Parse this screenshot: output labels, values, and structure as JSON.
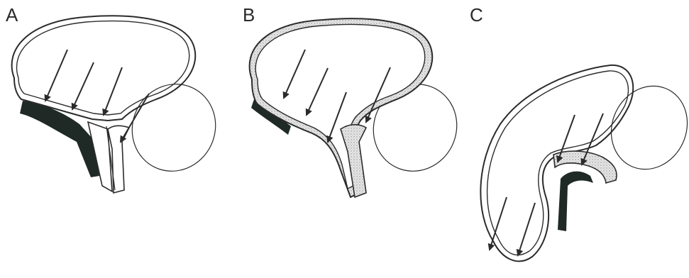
{
  "panels": [
    {
      "letter": "A"
    },
    {
      "letter": "B"
    },
    {
      "letter": "C"
    }
  ],
  "colors": {
    "ink": "#2b2b2b",
    "dark_fill": "#1f2a27",
    "stipple": "#d9d9d9",
    "background": "#ffffff"
  }
}
